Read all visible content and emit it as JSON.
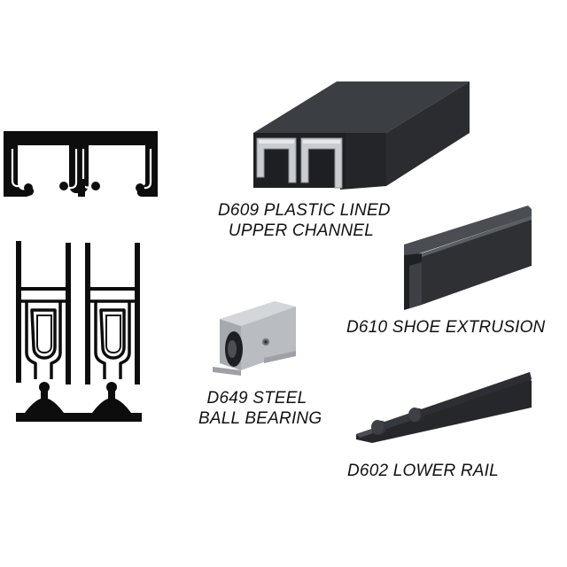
{
  "parts": {
    "upper_channel": {
      "line1": "D609 PLASTIC LINED",
      "line2": "UPPER CHANNEL"
    },
    "shoe_extrusion": {
      "line1": "D610 SHOE EXTRUSION"
    },
    "ball_bearing": {
      "line1": "D649 STEEL",
      "line2": "BALL BEARING"
    },
    "lower_rail": {
      "line1": "D602 LOWER RAIL"
    }
  },
  "colors": {
    "profile": "#0d0d0d",
    "extrusion_dark": "#2a2c30",
    "extrusion_mid": "#3b3e43",
    "plastic_liner": "#c9ccd0",
    "steel": "#b9bcc0"
  }
}
